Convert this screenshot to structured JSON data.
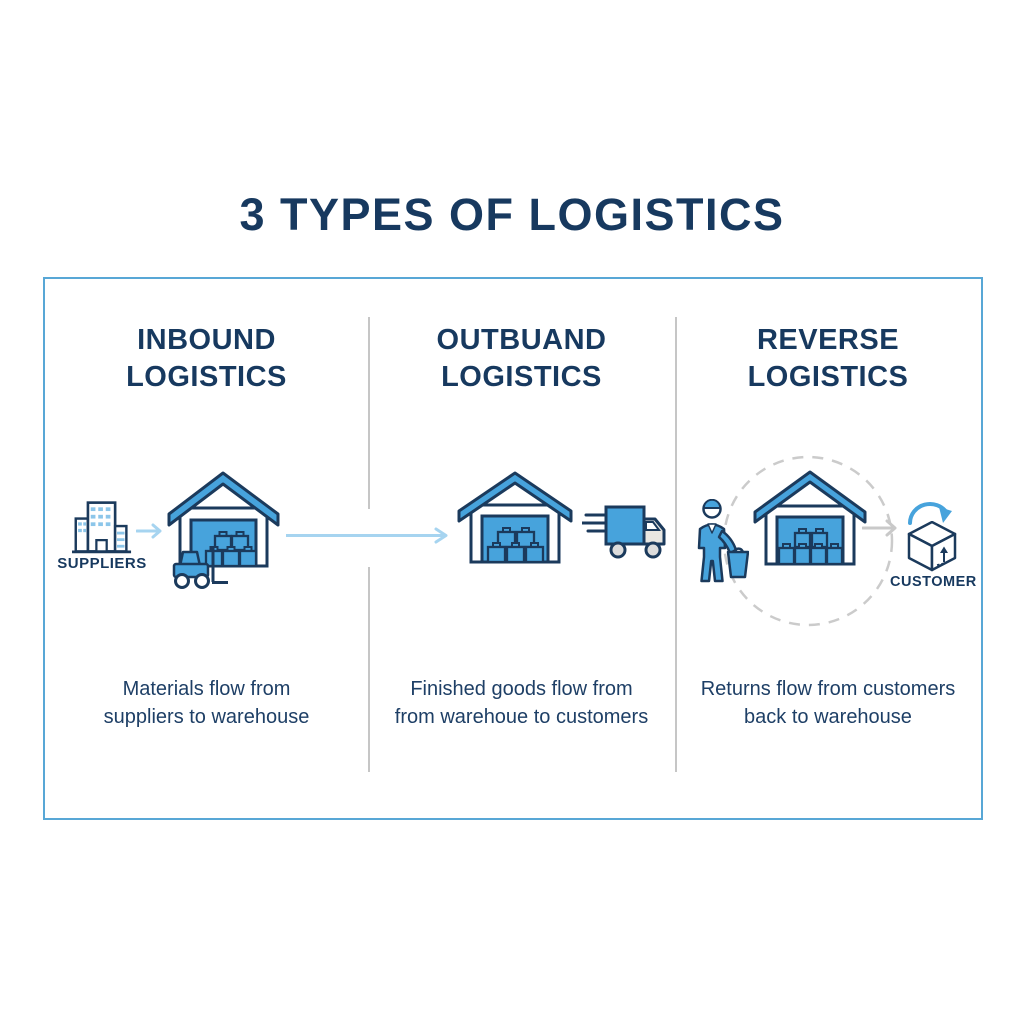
{
  "title": "3 TYPES OF LOGISTICS",
  "colors": {
    "navy_text": "#17395f",
    "icon_outline_navy": "#1b3a5c",
    "icon_blue_fill": "#47a3dc",
    "window_light_blue": "#8cc6ea",
    "flow_arrow_light_blue": "#a6d4f0",
    "divider_gray": "#c6c6c6",
    "dashed_circle_gray": "#cbcbcb",
    "gray_arrow": "#c9c9c9",
    "frame_border_blue": "#58a7d6"
  },
  "panel": {
    "columns": [
      {
        "id": "inbound",
        "heading": "INBOUND\nLOGISTICS",
        "caption": "Materials flow from\nsuppliers to warehouse",
        "source_label": "SUPPLIERS",
        "icons": [
          "suppliers-building-icon",
          "flow-arrow-icon",
          "warehouse-forklift-icon",
          "transfer-arrow-icon"
        ]
      },
      {
        "id": "outbound",
        "heading": "OUTBUAND\nLOGISTICS",
        "caption": "Finished goods flow from\nfrom warehoue to customers",
        "icons": [
          "warehouse-icon",
          "delivery-truck-icon"
        ]
      },
      {
        "id": "reverse",
        "heading": "REVERSE\nLOGISTICS",
        "caption": "Returns flow from customers\nback to warehouse",
        "destination_label": "CUSTOMER",
        "icons": [
          "person-shopper-icon",
          "warehouse-icon",
          "return-cycle-dashed-circle-icon",
          "gray-arrow-icon",
          "return-curved-arrow-icon",
          "package-box-icon"
        ]
      }
    ]
  }
}
